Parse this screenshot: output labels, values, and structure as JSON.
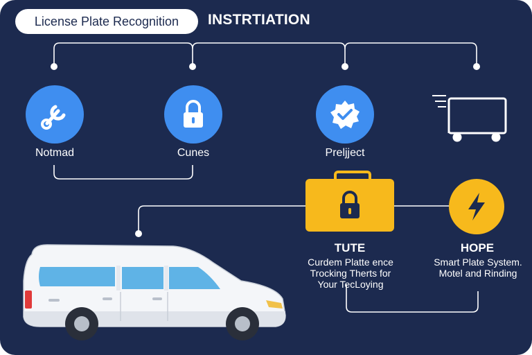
{
  "header": {
    "pill_label": "License Plate Recognition",
    "title": "INSTRTIATION"
  },
  "nodes": [
    {
      "label": "Notmad",
      "icon": "wrench-icon",
      "color": "#3f8ef0"
    },
    {
      "label": "Cunes",
      "icon": "lock-icon",
      "color": "#3f8ef0"
    },
    {
      "label": "Preljject",
      "icon": "badge-check-icon",
      "color": "#3f8ef0"
    },
    {
      "label": "",
      "icon": "truck-outline-icon",
      "color": "#ffffff"
    }
  ],
  "features": [
    {
      "title": "TUTE",
      "description": [
        "Curdem Platte ence",
        "Trocking Therts for",
        "Your TecLoying"
      ],
      "icon": "briefcase-lock-icon",
      "color": "#f7b91c"
    },
    {
      "title": "HOPE",
      "description": [
        "Smart Plate System.",
        "Motel and Rinding"
      ],
      "icon": "lightning-bolt-icon",
      "color": "#f7b91c"
    }
  ],
  "vehicle": {
    "icon": "van-icon"
  },
  "colors": {
    "background": "#1c2a4f",
    "accent_blue": "#3f8ef0",
    "accent_yellow": "#f7b91c",
    "line": "#ffffff"
  }
}
